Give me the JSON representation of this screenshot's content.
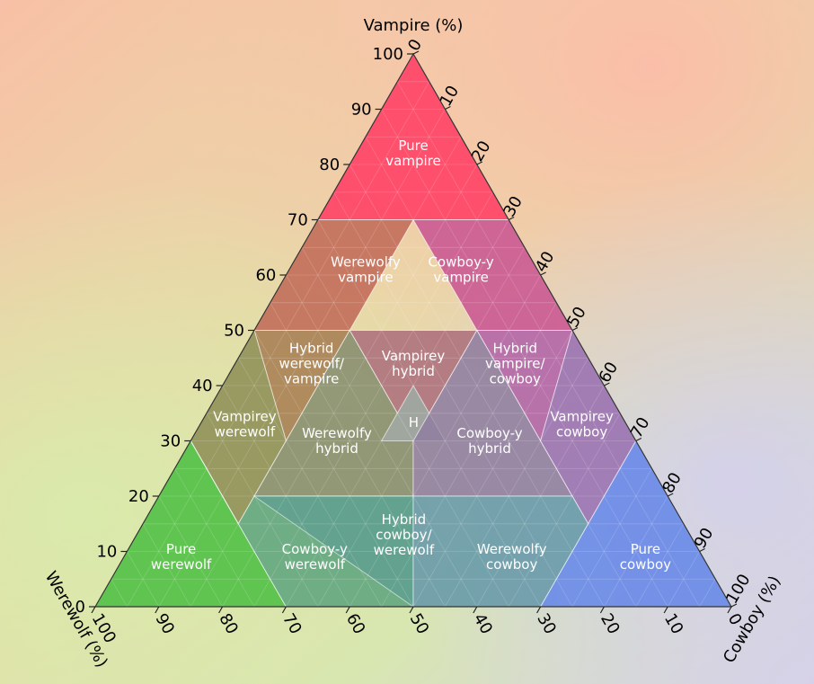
{
  "axes": {
    "top": {
      "title": "Vampire (%)",
      "ticks": [
        "0",
        "10",
        "20",
        "30",
        "40",
        "50",
        "60",
        "70",
        "80",
        "90",
        "100"
      ]
    },
    "left": {
      "title": "Werewolf (%)",
      "ticks": [
        "0",
        "10",
        "20",
        "30",
        "40",
        "50",
        "60",
        "70",
        "80",
        "90",
        "100"
      ]
    },
    "bottom": {
      "ticks": [
        "100",
        "90",
        "80",
        "70",
        "60",
        "50",
        "40",
        "30",
        "20",
        "10",
        "0"
      ]
    },
    "right": {
      "title": "Cowboy (%)",
      "ticks": [
        "0",
        "10",
        "20",
        "30",
        "40",
        "50",
        "60",
        "70",
        "80",
        "90",
        "100"
      ]
    }
  },
  "colors": {
    "vampire": "#ff3d63",
    "werewolf": "#4fbf43",
    "cowboy": "#6688e8",
    "grid": "#ffffff"
  },
  "regions": [
    {
      "id": "pure-vampire",
      "label": "Pure vampire",
      "lines": [
        "Pure",
        "vampire"
      ]
    },
    {
      "id": "werewolfy-vampire",
      "label": "Werewolfy vampire",
      "lines": [
        "Werewolfy",
        "vampire"
      ]
    },
    {
      "id": "cowboy-y-vampire",
      "label": "Cowboy-y vampire",
      "lines": [
        "Cowboy-y",
        "vampire"
      ]
    },
    {
      "id": "hybrid-werewolf-vampire",
      "label": "Hybrid werewolf/ vampire",
      "lines": [
        "Hybrid",
        "werewolf/",
        "vampire"
      ]
    },
    {
      "id": "vampirey-hybrid",
      "label": "Vampirey hybrid",
      "lines": [
        "Vampirey",
        "hybrid"
      ]
    },
    {
      "id": "hybrid-vampire-cowboy",
      "label": "Hybrid vampire/ cowboy",
      "lines": [
        "Hybrid",
        "vampire/",
        "cowboy"
      ]
    },
    {
      "id": "vampirey-werewolf",
      "label": "Vampirey werewolf",
      "lines": [
        "Vampirey",
        "werewolf"
      ]
    },
    {
      "id": "werewolfy-hybrid",
      "label": "Werewolfy hybrid",
      "lines": [
        "Werewolfy",
        "hybrid"
      ]
    },
    {
      "id": "h",
      "label": "H",
      "lines": [
        "H"
      ]
    },
    {
      "id": "cowboy-y-hybrid",
      "label": "Cowboy-y hybrid",
      "lines": [
        "Cowboy-y",
        "hybrid"
      ]
    },
    {
      "id": "vampirey-cowboy",
      "label": "Vampirey cowboy",
      "lines": [
        "Vampirey",
        "cowboy"
      ]
    },
    {
      "id": "pure-werewolf",
      "label": "Pure werewolf",
      "lines": [
        "Pure",
        "werewolf"
      ]
    },
    {
      "id": "cowboy-y-werewolf",
      "label": "Cowboy-y werewolf",
      "lines": [
        "Cowboy-y",
        "werewolf"
      ]
    },
    {
      "id": "hybrid-cowboy-werewolf",
      "label": "Hybrid cowboy/ werewolf",
      "lines": [
        "Hybrid",
        "cowboy/",
        "werewolf"
      ]
    },
    {
      "id": "werewolfy-cowboy",
      "label": "Werewolfy cowboy",
      "lines": [
        "Werewolfy",
        "cowboy"
      ]
    },
    {
      "id": "pure-cowboy",
      "label": "Pure cowboy",
      "lines": [
        "Pure",
        "cowboy"
      ]
    }
  ]
}
